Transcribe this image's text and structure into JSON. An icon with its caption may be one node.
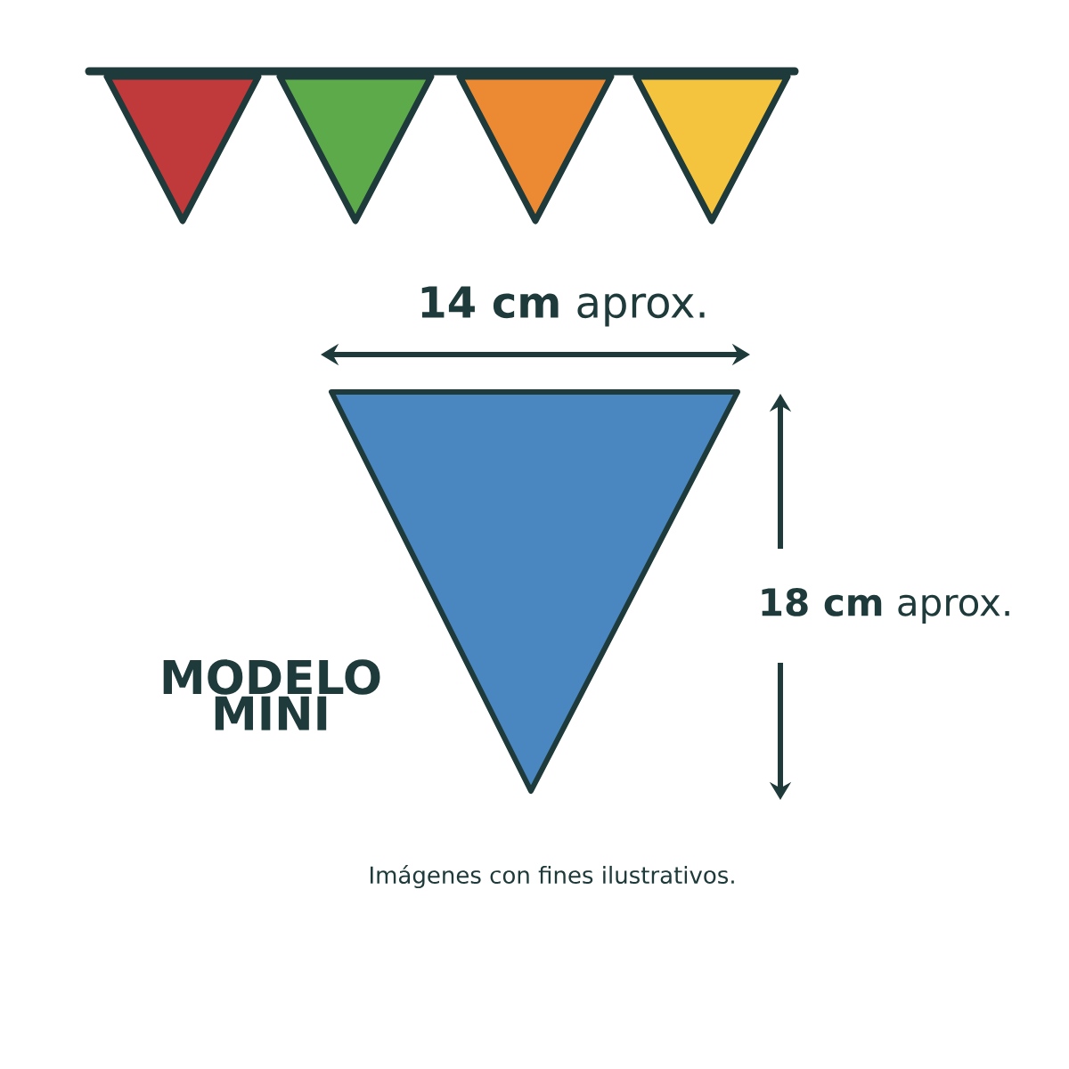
{
  "diagram": {
    "labels": [
      "**14 cm** aprox.",
      "**18 cm** aprox.",
      "MODELO MINI",
      "Imágenes con fines ilustrativos."
    ]
  }
}
